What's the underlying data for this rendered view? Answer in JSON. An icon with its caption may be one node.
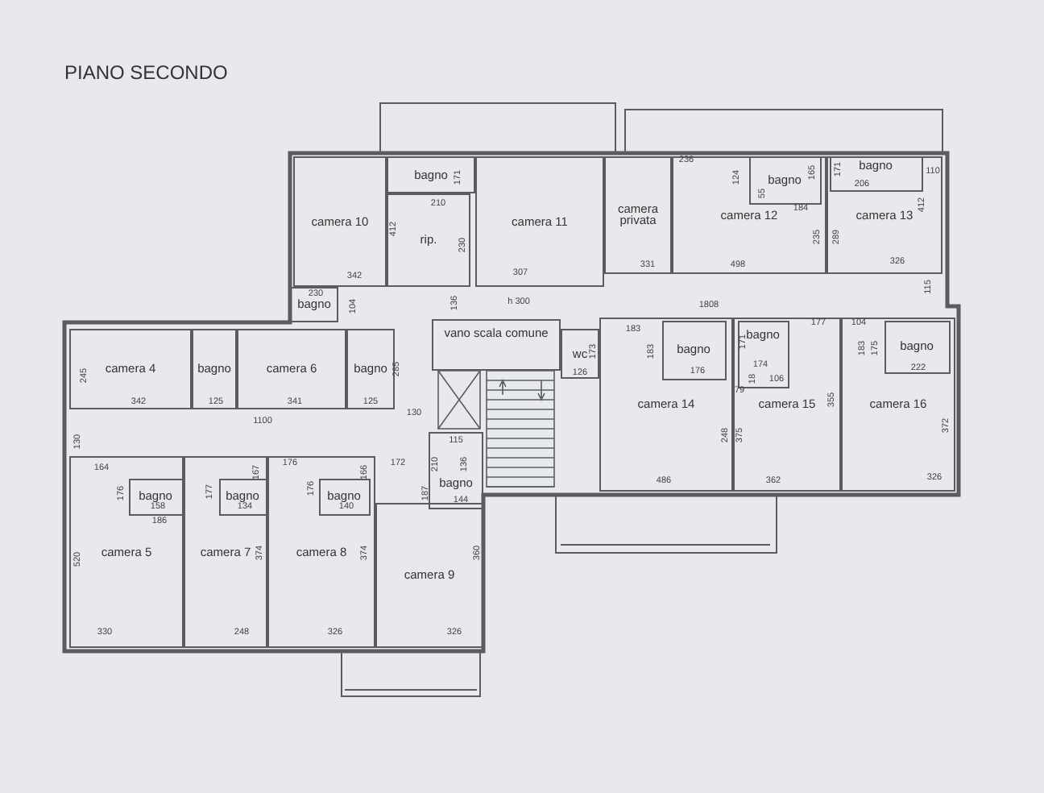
{
  "diagram": {
    "title": "PIANO SECONDO",
    "nodes": [
      {
        "text": [
          "camera 10"
        ]
      },
      {
        "text": [
          "bagno"
        ]
      },
      {
        "text": [
          "rip."
        ]
      },
      {
        "text": [
          "camera 11"
        ]
      },
      {
        "text": [
          "camera privata"
        ]
      },
      {
        "text": [
          "camera 12"
        ]
      },
      {
        "text": [
          "bagno"
        ],
        "in": 5
      },
      {
        "text": [
          "camera 13"
        ]
      },
      {
        "text": [
          "bagno"
        ],
        "in": 7
      },
      {
        "text": [
          "bagno"
        ]
      },
      {
        "text": [
          "camera 4"
        ]
      },
      {
        "text": [
          "bagno"
        ]
      },
      {
        "text": [
          "camera 6"
        ]
      },
      {
        "text": [
          "bagno"
        ]
      },
      {
        "text": [
          "vano scala comune"
        ]
      },
      {
        "text": [
          "wc"
        ]
      },
      {
        "text": [
          "camera 14"
        ]
      },
      {
        "text": [
          "bagno"
        ],
        "in": 16
      },
      {
        "text": [
          "camera 15"
        ]
      },
      {
        "text": [
          "bagno"
        ],
        "in": 18
      },
      {
        "text": [
          "camera 16"
        ]
      },
      {
        "text": [
          "bagno"
        ],
        "in": 20
      },
      {
        "text": [
          "bagno"
        ]
      },
      {
        "text": [
          "camera 5"
        ]
      },
      {
        "text": [
          "bagno"
        ],
        "in": 23
      },
      {
        "text": [
          "camera 7"
        ]
      },
      {
        "text": [
          "bagno"
        ],
        "in": 25
      },
      {
        "text": [
          "camera 8"
        ]
      },
      {
        "text": [
          "bagno"
        ],
        "in": 27
      },
      {
        "text": [
          "camera 9"
        ]
      }
    ],
    "labels": [
      "110",
      "236",
      "165",
      "171",
      "124",
      "206",
      "171",
      "55",
      "210",
      "412",
      "184",
      "412",
      "235",
      "289",
      "230",
      "326",
      "331",
      "498",
      "307",
      "342",
      "115",
      "230",
      "136",
      "h 300",
      "104",
      "1808",
      "104",
      "177",
      "183",
      "175",
      "183",
      "171",
      "173",
      "183",
      "174",
      "285",
      "176",
      "126",
      "245",
      "222",
      "18",
      "106",
      "79",
      "355",
      "341",
      "342",
      "125",
      "125",
      "130",
      "1100",
      "372",
      "248",
      "375",
      "130",
      "115",
      "176",
      "172",
      "210",
      "136",
      "164",
      "166",
      "176",
      "167",
      "176",
      "177",
      "326",
      "362",
      "486",
      "187",
      "144",
      "158",
      "134",
      "140",
      "186",
      "374",
      "374",
      "360",
      "520",
      "326",
      "326",
      "248",
      "330"
    ]
  }
}
